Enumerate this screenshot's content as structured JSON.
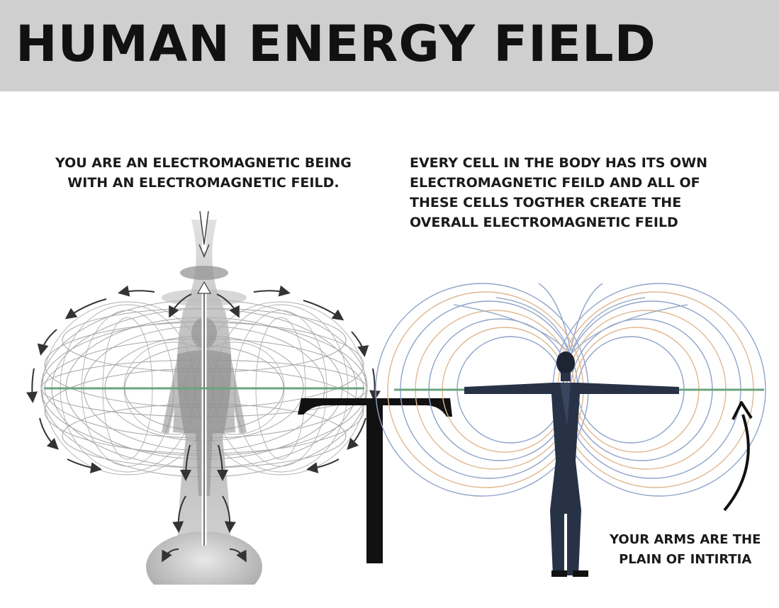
{
  "title": "HUMAN ENERGY FIELD",
  "captions": {
    "left": [
      "YOU ARE AN ELECTROMAGNETIC BEING",
      "WITH AN ELECTROMAGNETIC FEILD."
    ],
    "right": [
      "EVERY CELL IN THE BODY HAS ITS OWN",
      "ELECTROMAGNETIC FEILD AND ALL OF",
      "THESE CELLS TOGTHER CREATE THE",
      "OVERALL ELECTROMAGNETIC FEILD"
    ],
    "arms": [
      "YOUR ARMS ARE THE",
      "PLAIN OF INTIRTIA"
    ]
  },
  "colors": {
    "header_bg": "#cfcfcf",
    "plane_line": "#6aa57c",
    "torus_mesh": "#9a9a9a",
    "field_loop_blue": "#8fa3c8",
    "field_loop_orange": "#e0b890"
  },
  "icons": [
    "torus-diagram",
    "field-loops-diagram",
    "human-figure",
    "curved-arrow-icon",
    "t-letter-glyph"
  ]
}
